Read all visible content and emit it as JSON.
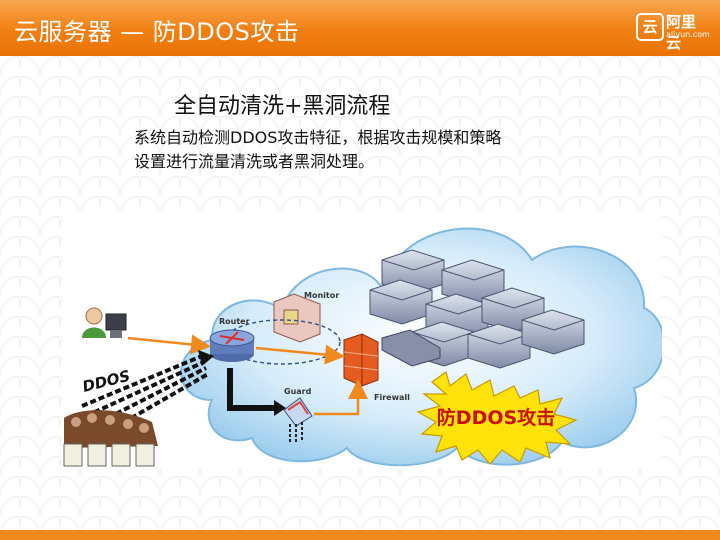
{
  "header": {
    "title": "云服务器 — 防DDOS攻击",
    "logo_name": "阿里云",
    "logo_url": "aliyun.com",
    "logo_glyph": "云"
  },
  "content": {
    "title": "全自动清洗+黑洞流程",
    "description_lines": [
      "系统自动检测DDOS攻击特征，根据攻击规模和策略",
      "设置进行流量清洗或者黑洞处理。"
    ]
  },
  "diagram": {
    "labels": {
      "router": "Router",
      "monitor": "Monitor",
      "guard": "Guard",
      "firewall": "Firewall",
      "ddos": "DDOS",
      "burst_text": "防DDOS攻击"
    }
  },
  "colors": {
    "header": "#f07f12",
    "cloud": "#bfe0f6",
    "arrow": "#f08a1c",
    "burst": "#ffe20a"
  }
}
